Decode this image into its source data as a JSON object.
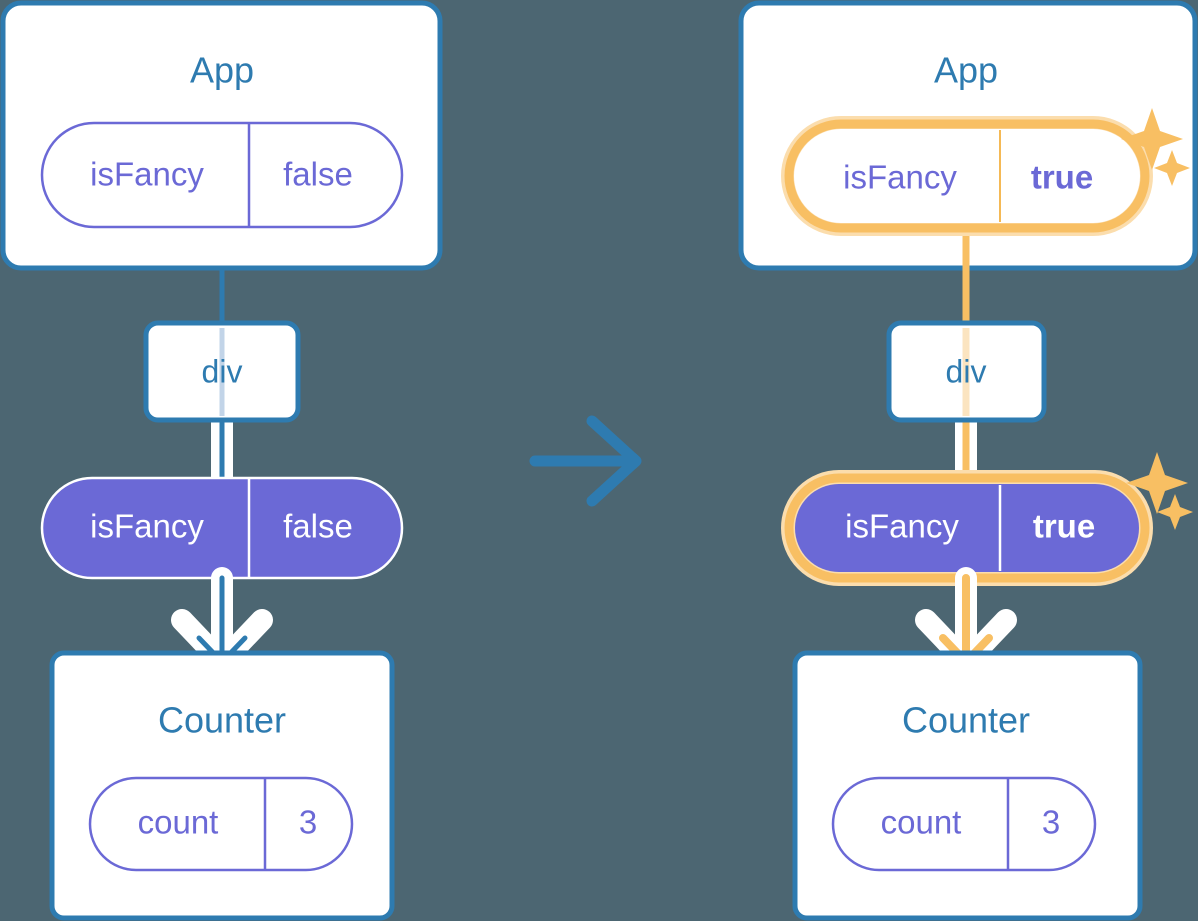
{
  "background_color": "#4c6672",
  "colors": {
    "box_border_blue": "#2e7bb0",
    "pill_purple": "#6b69d6",
    "highlight_orange": "#f8bf63",
    "highlight_glow": "#fbddad",
    "white": "#ffffff"
  },
  "transition_arrow": {
    "name": "right-arrow",
    "direction": "right"
  },
  "panels": [
    {
      "id": "before",
      "app": {
        "title": "App",
        "state_pill": {
          "key": "isFancy",
          "value": "false",
          "highlighted": false,
          "style": "outline"
        }
      },
      "div": {
        "label": "div"
      },
      "props_pill": {
        "key": "isFancy",
        "value": "false",
        "highlighted": false,
        "style": "filled"
      },
      "counter": {
        "title": "Counter",
        "state_pill": {
          "key": "count",
          "value": "3",
          "highlighted": false,
          "style": "outline"
        }
      },
      "sparkles": []
    },
    {
      "id": "after",
      "app": {
        "title": "App",
        "state_pill": {
          "key": "isFancy",
          "value": "true",
          "highlighted": true,
          "style": "outline"
        }
      },
      "div": {
        "label": "div"
      },
      "props_pill": {
        "key": "isFancy",
        "value": "true",
        "highlighted": true,
        "style": "filled"
      },
      "counter": {
        "title": "Counter",
        "state_pill": {
          "key": "count",
          "value": "3",
          "highlighted": false,
          "style": "outline"
        }
      },
      "sparkles": [
        {
          "name": "sparkle-app-large"
        },
        {
          "name": "sparkle-app-small"
        },
        {
          "name": "sparkle-props-large"
        },
        {
          "name": "sparkle-props-small"
        }
      ]
    }
  ]
}
